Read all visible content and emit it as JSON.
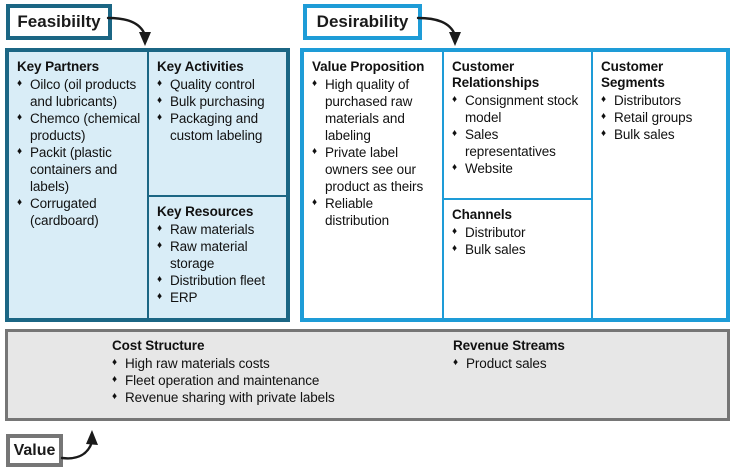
{
  "labels": {
    "feasibility": "Feasibiilty",
    "desirability": "Desirability",
    "value": "Value"
  },
  "colors": {
    "feasibility_border": "#1b6684",
    "feasibility_fill": "#d9edf7",
    "desirability_border": "#1e9cd7",
    "desirability_fill": "#ffffff",
    "viability_border": "#767676",
    "viability_fill": "#e7e7e7",
    "text": "#111111"
  },
  "bullet_glyph": "♦",
  "feasibility_panel": {
    "key_partners": {
      "title": "Key Partners",
      "items": [
        "Oilco (oil products and lubricants)",
        "Chemco (chemical products)",
        "Packit (plastic containers and labels)",
        "Corrugated (cardboard)"
      ]
    },
    "key_activities": {
      "title": "Key Activities",
      "items": [
        "Quality control",
        "Bulk purchasing",
        "Packaging and custom labeling"
      ]
    },
    "key_resources": {
      "title": "Key Resources",
      "items": [
        "Raw materials",
        "Raw material storage",
        "Distribution fleet",
        "ERP"
      ]
    }
  },
  "desirability_panel": {
    "value_proposition": {
      "title": "Value Proposition",
      "items": [
        "High quality of purchased raw materials and labeling",
        "Private label owners see our product as theirs",
        "Reliable distribution"
      ]
    },
    "customer_relationships": {
      "title": "Customer Relationships",
      "items": [
        "Consignment stock model",
        "Sales representatives",
        "Website"
      ]
    },
    "channels": {
      "title": "Channels",
      "items": [
        "Distributor",
        "Bulk sales"
      ]
    },
    "customer_segments": {
      "title": "Customer Segments",
      "items": [
        "Distributors",
        "Retail groups",
        "Bulk sales"
      ]
    }
  },
  "viability_panel": {
    "cost_structure": {
      "title": "Cost Structure",
      "items": [
        "High raw materials costs",
        "Fleet operation and maintenance",
        "Revenue sharing with private labels"
      ]
    },
    "revenue_streams": {
      "title": "Revenue Streams",
      "items": [
        "Product sales"
      ]
    }
  }
}
